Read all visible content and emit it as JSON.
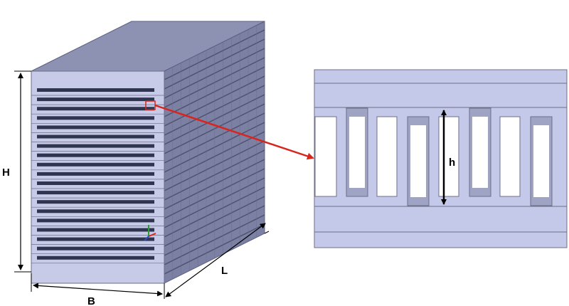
{
  "diagram": {
    "labels": {
      "height": "H",
      "width": "B",
      "length": "L",
      "channel_height": "h"
    },
    "colors": {
      "block_front": "#c7cbe8",
      "block_top": "#8d91b2",
      "block_side": "#7c80a3",
      "slot_dark": "#2f344f",
      "detail_fill": "#c5c9e9",
      "detail_outline": "#6c6f86",
      "pointer_arrow": "#d9261c",
      "dimension_line": "#000000"
    },
    "icons": [
      "coordinate-triad-icon"
    ]
  }
}
